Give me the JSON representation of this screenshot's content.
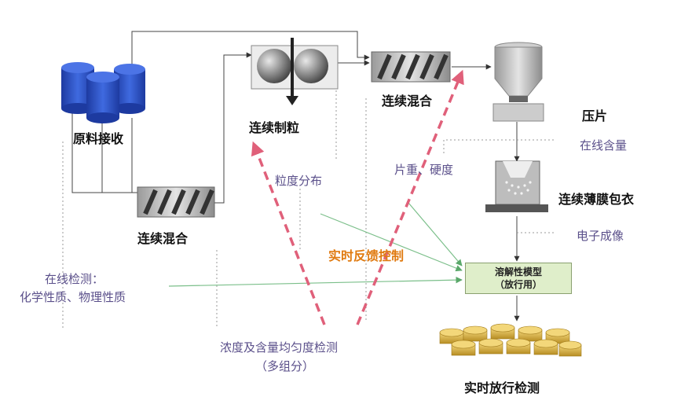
{
  "labels": {
    "raw_material": "原料接收",
    "mixing_1": "连续混合",
    "granulation": "连续制粒",
    "mixing_2": "连续混合",
    "tableting": "压片",
    "online_content": "在线含量",
    "film_coating": "连续薄膜包衣",
    "imaging": "电子成像",
    "particle_size": "粒度分布",
    "weight_hardness": "片重、硬度",
    "feedback": "实时反馈控制",
    "online_test_1": "在线检测：",
    "online_test_2": "化学性质、物理性质",
    "concentration_1": "浓度及含量均匀度检测",
    "concentration_2": "（多组分）",
    "dissolution_1": "溶解性模型",
    "dissolution_2": "（放行用）",
    "release": "实时放行检测"
  },
  "colors": {
    "equipment_blue": "#2f55c8",
    "flow_line": "#444444",
    "dotted_line": "#888888",
    "feedback_dash": "#e0607a",
    "green_arrow": "#7bbf8a",
    "label_purple": "#5a4f8a",
    "label_orange": "#e07a10",
    "model_fill": "#dfeeca",
    "tablet_gold": "#d9b040"
  }
}
